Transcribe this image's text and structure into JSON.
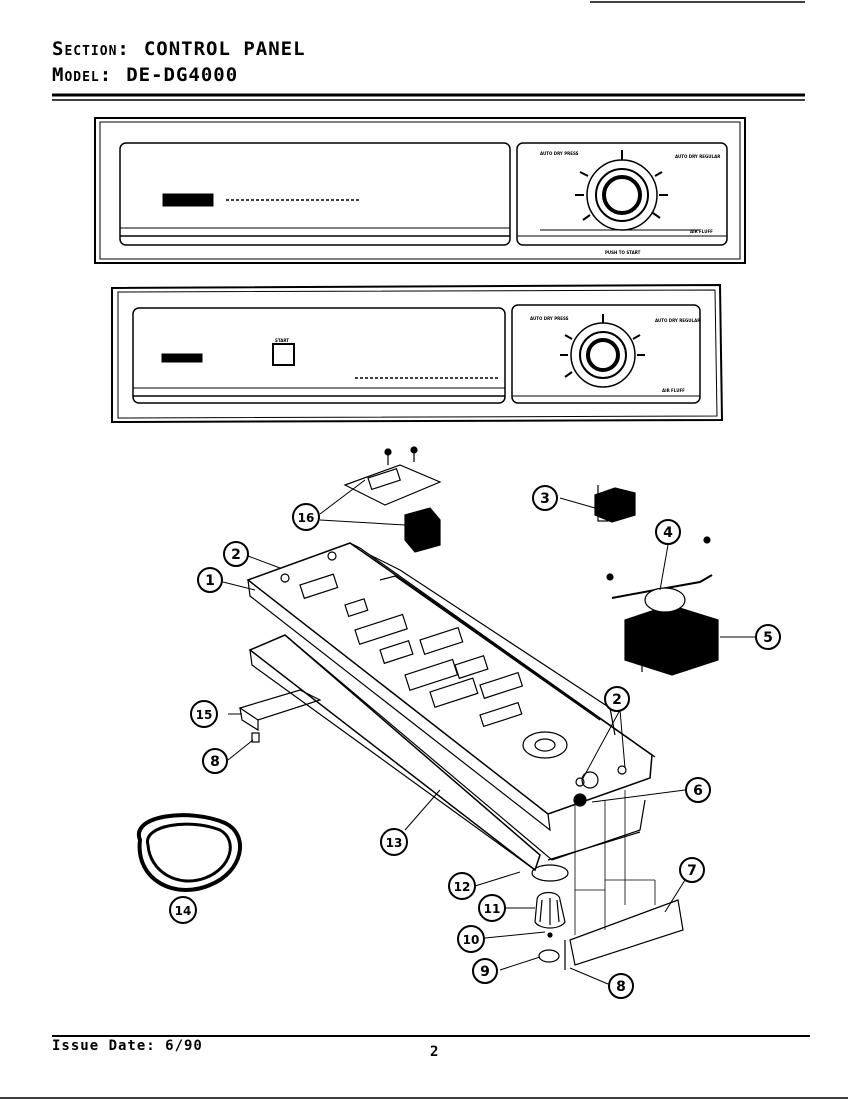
{
  "header": {
    "section_label": "Section:",
    "section_value": "CONTROL PANEL",
    "model_label": "Model:",
    "model_value": "DE-DG4000"
  },
  "footer": {
    "issue_date": "Issue Date: 6/90",
    "page_number": "2"
  },
  "callouts": [
    "1",
    "2",
    "3",
    "4",
    "5",
    "6",
    "7",
    "8",
    "9",
    "10",
    "11",
    "12",
    "13",
    "14",
    "15",
    "16"
  ],
  "panel_top": {
    "dial_left_label": "AUTO DRY PRESS",
    "dial_right_label": "AUTO DRY REGULAR",
    "bottom_right_label": "AIR FLUFF",
    "bottom_center_label": "PUSH TO START"
  },
  "panel_bottom": {
    "start_label": "START",
    "dial_left_label": "AUTO DRY PRESS",
    "dial_right_label": "AUTO DRY REGULAR",
    "bottom_right_label": "AIR FLUFF"
  }
}
